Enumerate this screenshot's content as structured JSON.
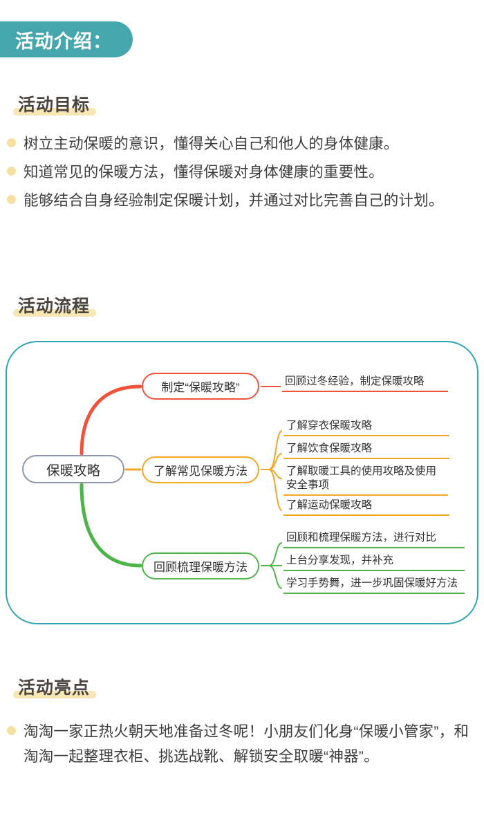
{
  "banner": {
    "title": "活动介绍："
  },
  "sections": {
    "goal": {
      "heading": "活动目标"
    },
    "flow": {
      "heading": "活动流程"
    },
    "highlight": {
      "heading": "活动亮点"
    }
  },
  "goals": [
    "树立主动保暖的意识，懂得关心自己和他人的身体健康。",
    "知道常见的保暖方法，懂得保暖对身体健康的重要性。",
    "能够结合自身经验制定保暖计划，并通过对比完善自己的计划。"
  ],
  "highlights": [
    "淘淘一家正热火朝天地准备过冬呢！小朋友们化身“保暖小管家”，和淘淘一起整理衣柜、挑选战靴、解锁安全取暖“神器”。"
  ],
  "mindmap": {
    "root": "保暖攻略",
    "branches": [
      {
        "label": "制定“保暖攻略”",
        "color": "#F0533C",
        "leaves": [
          "回顾过冬经验，制定保暖攻略"
        ]
      },
      {
        "label": "了解常见保暖方法",
        "color": "#F5A623",
        "leaves": [
          "了解穿衣保暖攻略",
          "了解饮食保暖攻略",
          "了解取暖工具的使用攻略及使用安全事项",
          "了解运动保暖攻略"
        ]
      },
      {
        "label": "回顾梳理保暖方法",
        "color": "#4CB448",
        "leaves": [
          "回顾和梳理保暖方法，进行对比",
          "上台分享发现，并补充",
          "学习手势舞，进一步巩固保暖好方法"
        ]
      }
    ],
    "frame_color": "#2FA5B0",
    "root_border_color": "#8E96A8"
  },
  "theme": {
    "banner_bg": "#46A6AE",
    "heading_highlight": "#F8E6B4",
    "bullet_dot": "#F6DFA2",
    "text": "#3d3d3d"
  }
}
